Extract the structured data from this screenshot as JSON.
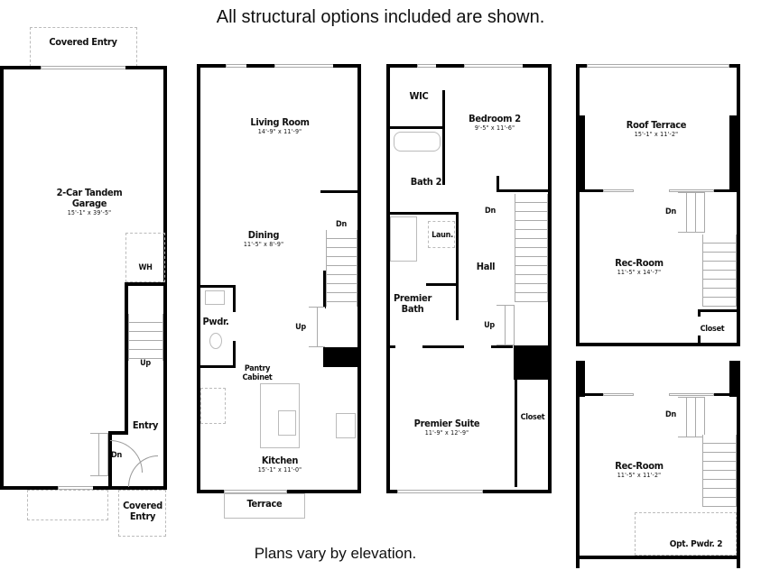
{
  "header": {
    "line2": "All structural options included are shown."
  },
  "footer": {
    "note": "Plans vary by elevation."
  },
  "floors": {
    "ground": {
      "rooms": [
        {
          "name": "Covered Entry",
          "dims": ""
        },
        {
          "name": "2-Car Tandem Garage",
          "line1": "2-Car Tandem",
          "line2": "Garage",
          "dims": "15'-1\" x 39'-5\""
        },
        {
          "name": "WH",
          "dims": ""
        },
        {
          "name": "Up",
          "dims": ""
        },
        {
          "name": "Entry",
          "dims": ""
        },
        {
          "name": "Dn",
          "dims": ""
        },
        {
          "name": "Covered Entry",
          "line1": "Covered",
          "line2": "Entry",
          "dims": ""
        }
      ]
    },
    "second": {
      "rooms": [
        {
          "name": "Living Room",
          "dims": "14'-9\" x 11'-9\""
        },
        {
          "name": "Dining",
          "dims": "11'-5\" x 8'-9\""
        },
        {
          "name": "Dn",
          "dims": ""
        },
        {
          "name": "Pwdr.",
          "dims": ""
        },
        {
          "name": "Up",
          "dims": ""
        },
        {
          "name": "Pantry Cabinet",
          "line1": "Pantry",
          "line2": "Cabinet",
          "dims": ""
        },
        {
          "name": "Kitchen",
          "dims": "15'-1\" x 11'-0\""
        },
        {
          "name": "Terrace",
          "dims": ""
        }
      ]
    },
    "third": {
      "rooms": [
        {
          "name": "WIC",
          "dims": ""
        },
        {
          "name": "Bedroom 2",
          "dims": "9'-5\" x 11'-6\""
        },
        {
          "name": "Bath 2",
          "dims": ""
        },
        {
          "name": "Dn",
          "dims": ""
        },
        {
          "name": "Laun.",
          "dims": ""
        },
        {
          "name": "Hall",
          "dims": ""
        },
        {
          "name": "Premier Bath",
          "line1": "Premier",
          "line2": "Bath",
          "dims": ""
        },
        {
          "name": "Up",
          "dims": ""
        },
        {
          "name": "Premier Suite",
          "dims": "11'-9\" x 12'-9\""
        },
        {
          "name": "Closet",
          "dims": ""
        }
      ]
    },
    "roof": {
      "rooms": [
        {
          "name": "Roof Terrace",
          "dims": "15'-1\" x 11'-2\""
        },
        {
          "name": "Dn",
          "dims": ""
        },
        {
          "name": "Rec-Room",
          "dims": "11'-5\" x 14'-7\""
        },
        {
          "name": "Closet",
          "dims": ""
        }
      ]
    },
    "roof_option": {
      "rooms": [
        {
          "name": "Dn",
          "dims": ""
        },
        {
          "name": "Rec-Room",
          "dims": "11'-5\" x 11'-2\""
        },
        {
          "name": "Opt. Pwdr. 2",
          "dims": ""
        }
      ]
    }
  }
}
